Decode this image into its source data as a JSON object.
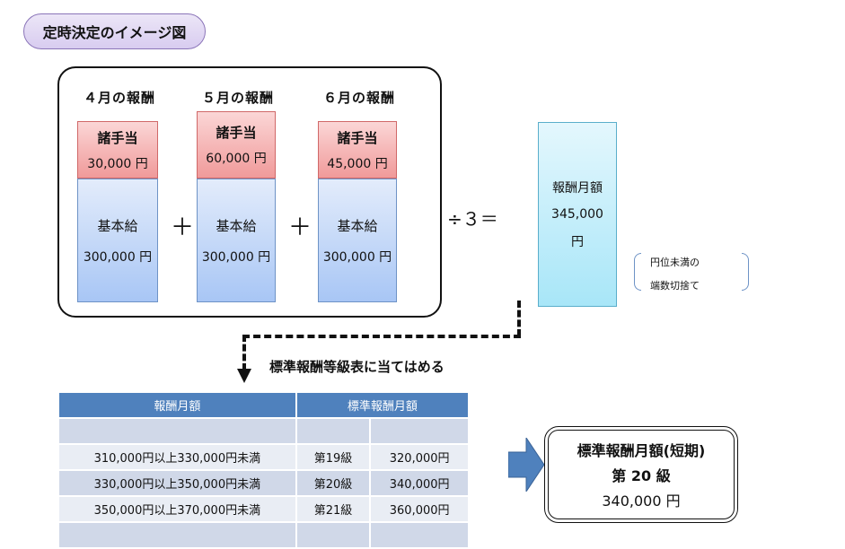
{
  "title": "定時決定のイメージ図",
  "months": [
    {
      "label": "４月の報酬",
      "allowance_label": "諸手当",
      "allowance_value": "30,000 円",
      "base_label": "基本給",
      "base_value": "300,000 円"
    },
    {
      "label": "５月の報酬",
      "allowance_label": "諸手当",
      "allowance_value": "60,000 円",
      "base_label": "基本給",
      "base_value": "300,000 円"
    },
    {
      "label": "６月の報酬",
      "allowance_label": "諸手当",
      "allowance_value": "45,000 円",
      "base_label": "基本給",
      "base_value": "300,000 円"
    }
  ],
  "operators": {
    "plus": "＋",
    "divide": "÷３＝"
  },
  "average": {
    "label": "報酬月額",
    "value": "345,000",
    "unit": "円"
  },
  "note": {
    "line1": "円位未満の",
    "line2": "端数切捨て"
  },
  "apply_label": "標準報酬等級表に当てはめる",
  "table": {
    "headers": [
      "報酬月額",
      "標準報酬月額"
    ],
    "rows": [
      [
        "",
        "",
        ""
      ],
      [
        "310,000円以上330,000円未満",
        "第19級",
        "320,000円"
      ],
      [
        "330,000円以上350,000円未満",
        "第20級",
        "340,000円"
      ],
      [
        "350,000円以上370,000円未満",
        "第21級",
        "360,000円"
      ],
      [
        "",
        "",
        ""
      ]
    ]
  },
  "result": {
    "title": "標準報酬月額(短期)",
    "grade": "第 20 級",
    "amount": "340,000 円"
  },
  "colors": {
    "header_blue": "#4f81bd",
    "pill_purple": "#d8ccf0",
    "allowance_red": "#f09a9a",
    "base_blue": "#a8c6f5",
    "avg_cyan": "#a8e6f8"
  }
}
